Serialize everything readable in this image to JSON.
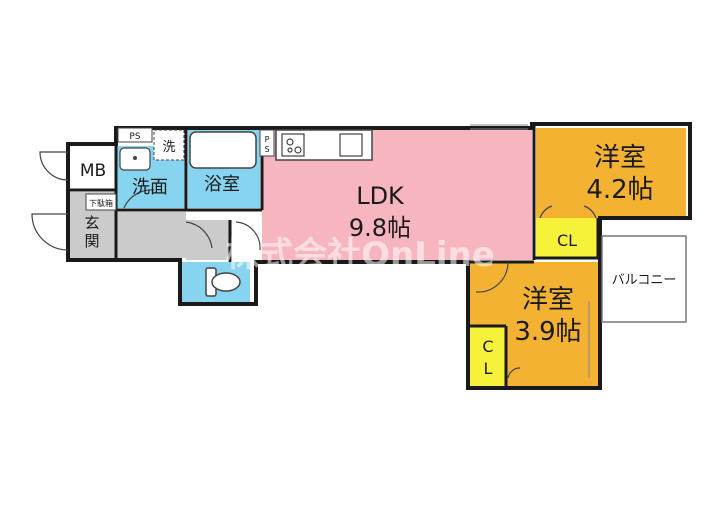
{
  "colors": {
    "ldk": "#f7b5c0",
    "bedroom": "#f4b233",
    "closet": "#f6f23a",
    "wet": "#86d4ef",
    "entrance": "#cbcbcb",
    "balcony": "#ffffff",
    "wall": "#1a1a1a"
  },
  "rooms": {
    "mb": "MB",
    "ps_top": "PS",
    "washer": "洗",
    "washroom": "洗面",
    "bath": "浴室",
    "ps_side": [
      "P",
      "S"
    ],
    "shoe_box": "下駄箱",
    "entrance": [
      "玄",
      "関"
    ],
    "ldk_name": "LDK",
    "ldk_size": "9.8帖",
    "bed1_name": "洋室",
    "bed1_size": "4.2帖",
    "cl1": "CL",
    "bed2_name": "洋室",
    "bed2_size": "3.9帖",
    "cl2": [
      "C",
      "L"
    ],
    "balcony": "バルコニー"
  },
  "watermark": "株式会社OnLine",
  "icons": [
    "door-swing-icon",
    "toilet-icon",
    "sink-icon",
    "stove-icon",
    "bathtub-icon"
  ]
}
